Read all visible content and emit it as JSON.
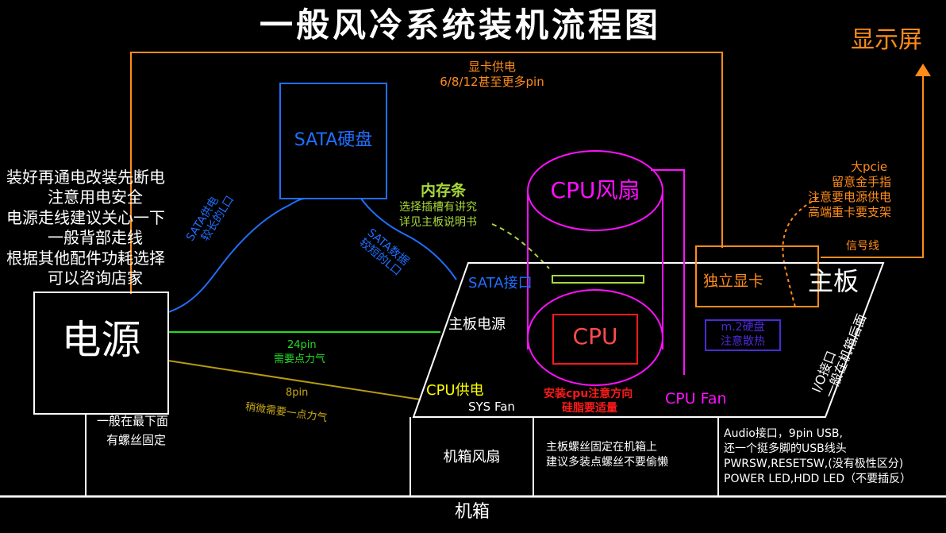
{
  "title": "一般风冷系统装机流程图",
  "display": "显示屏",
  "gpu_power": {
    "line1": "显卡供电",
    "line2": "6/8/12甚至更多pin"
  },
  "sata_disk": "SATA硬盘",
  "advice_lines": [
    "装好再通电改装先断电",
    "注意用电安全",
    "电源走线建议关心一下",
    "一般背部走线",
    "根据其他配件功耗选择",
    "可以咨询店家"
  ],
  "psu": "电源",
  "psu_note": {
    "line1": "一般在最下面",
    "line2": "有螺丝固定"
  },
  "sata_power": {
    "line1": "SATA供电",
    "line2": "较长的L口"
  },
  "sata_data": {
    "line1": "SATA数据",
    "line2": "较短的L口"
  },
  "memory": {
    "title": "内存条",
    "line1": "选择插槽有讲究",
    "line2": "详见主板说明书"
  },
  "cpu_fan": "CPU风扇",
  "cpu": "CPU",
  "cpu_fan_header": "CPU Fan",
  "gpu": "独立显卡",
  "motherboard": "主板",
  "pcie_note": {
    "line1": "大pcie",
    "line2": "留意金手指",
    "line3": "注意要电源供电",
    "line4": "高端重卡要支架"
  },
  "signal_line": "信号线",
  "sata_port": "SATA接口",
  "mb_power": "主板电源",
  "pin24": {
    "line1": "24pin",
    "line2": "需要点力气"
  },
  "pin8": {
    "line1": "8pin",
    "line2": "稍微需要一点力气"
  },
  "cpu_power": "CPU供电",
  "sys_fan": "SYS Fan",
  "cpu_install": {
    "line1": "安装cpu注意方向",
    "line2": "硅脂要适量"
  },
  "m2": {
    "line1": "m.2硬盘",
    "line2": "注意散热"
  },
  "io": {
    "line1": "I/O接口",
    "line2": "一般在机箱后面"
  },
  "case_fan": "机箱风扇",
  "mb_screw": {
    "line1": "主板螺丝固定在机箱上",
    "line2": "建议多装点螺丝不要偷懒"
  },
  "front_panel": {
    "line1": "Audio接口，9pin USB,",
    "line2": "还一个挺多脚的USB线头",
    "line3": "PWRSW,RESETSW,(没有极性区分)",
    "line4": "POWER LED,HDD LED（不要插反）"
  },
  "case": "机箱",
  "colors": {
    "orange": "#ff8c1a",
    "blue": "#1f6fff",
    "green": "#22dd22",
    "olive": "#b89a10",
    "yellow": "#ffff00",
    "magenta": "#ff10ff",
    "red": "#ff1a1a",
    "lime": "#a8d83a",
    "purple": "#4b2bd6",
    "white": "#ffffff"
  }
}
